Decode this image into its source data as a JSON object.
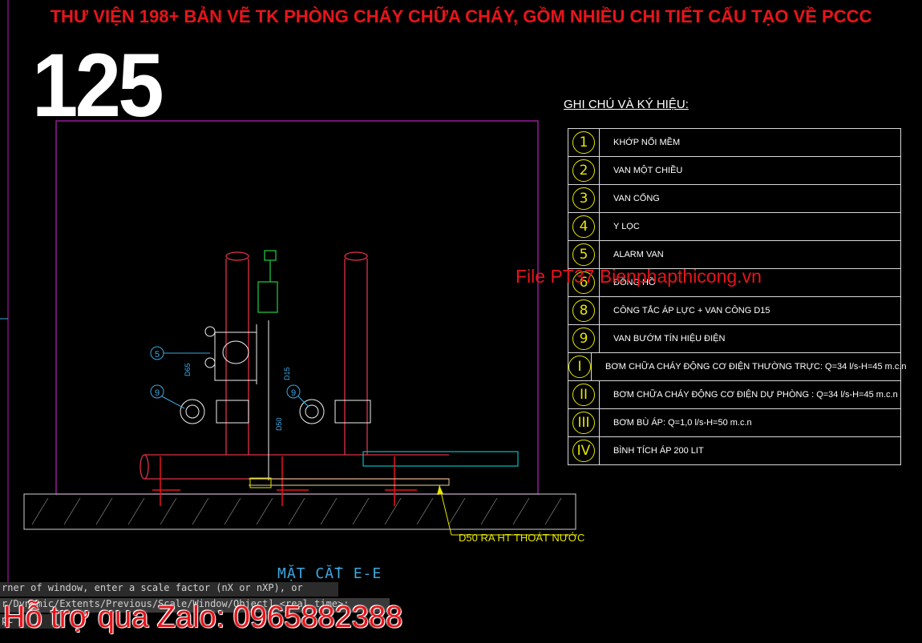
{
  "banner": "THƯ VIỆN 198+ BẢN VẼ TK PHÒNG CHÁY CHỮA CHÁY, GỒM NHIỀU CHI TIẾT CẤU TẠO VỀ PCCC",
  "number": "125",
  "legend": {
    "title": "GHI CHÚ VÀ KÝ HIỆU:",
    "rows": [
      {
        "symbol": "1",
        "text": "KHỚP NỐI MỀM"
      },
      {
        "symbol": "2",
        "text": "VAN MỘT CHIỀU"
      },
      {
        "symbol": "3",
        "text": "VAN CỔNG"
      },
      {
        "symbol": "4",
        "text": "Y LỌC"
      },
      {
        "symbol": "5",
        "text": "ALARM VAN"
      },
      {
        "symbol": "6",
        "text": "ĐỒNG HỒ"
      },
      {
        "symbol": "8",
        "text": "CÔNG TẮC ÁP LỰC + VAN CÔNG D15"
      },
      {
        "symbol": "9",
        "text": "VAN BƯỚM TÍN HIỆU ĐIỆN"
      },
      {
        "symbol": "I",
        "text": "BƠM CHỮA CHÁY ĐỘNG CƠ ĐIỆN THƯỜNG TRỰC: Q=34 l/s-H=45 m.c.n"
      },
      {
        "symbol": "II",
        "text": "BƠM CHỮA CHÁY ĐỘNG CƠ ĐIỆN DỰ PHÒNG : Q=34 l/s-H=45 m.c.n"
      },
      {
        "symbol": "III",
        "text": "BƠM BÙ ÁP: Q=1,0 l/s-H=50 m.c.n"
      },
      {
        "symbol": "IV",
        "text": "BÌNH TÍCH ÁP 200 LIT"
      }
    ]
  },
  "watermark": "File PT37    Bienphapthicong.vn",
  "drawing": {
    "section_label": "MẶT CẮT E-E",
    "drain_label": "D50 RA HT THOÁT NƯỚC",
    "callout_5": "5",
    "callout_9a": "9",
    "callout_9b": "9",
    "dim_a": "D65",
    "dim_b": "D15",
    "dim_c": "D50"
  },
  "command_line": {
    "line1": "rner of window, enter a scale factor (nX or nXP), or",
    "line2": "r/Dynamic/Extents/Previous/Scale/Window/Object] <real time>:",
    "line3": "pc"
  },
  "footer": "Hỗ trợ qua Zalo: 0965882388",
  "colors": {
    "banner": "#e8141b",
    "cad_yellow": "#e6e600",
    "cad_magenta": "#c020c0",
    "cad_red": "#e8141b",
    "cad_cyan": "#00c0c0",
    "cad_blue": "#3da8e0"
  }
}
